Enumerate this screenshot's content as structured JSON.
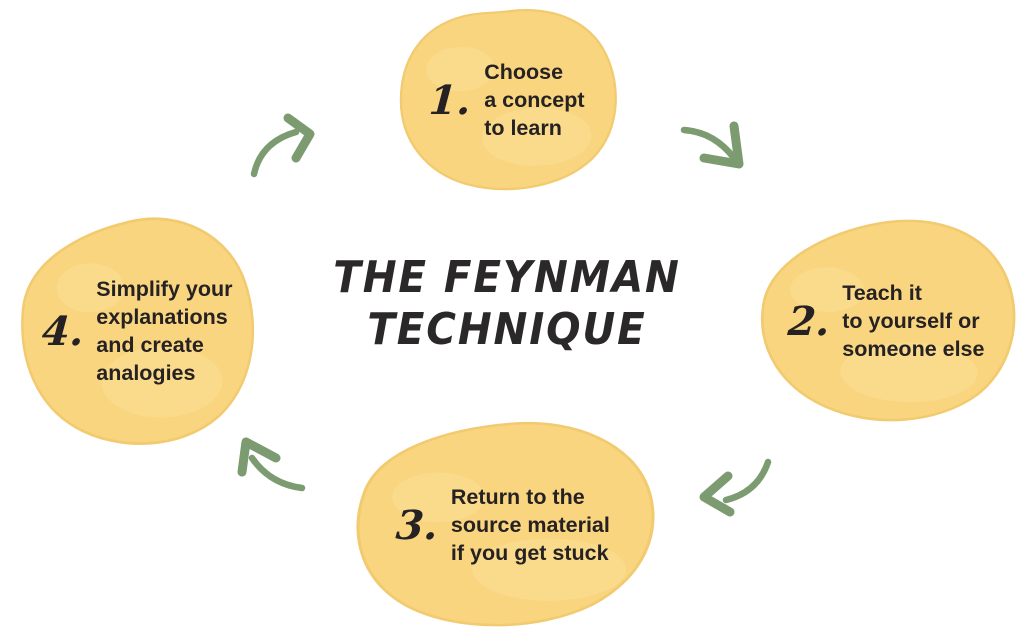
{
  "title": {
    "text": "THE FEYNMAN\nTECHNIQUE"
  },
  "steps": [
    {
      "number": "1.",
      "label": "Choose\na concept\nto learn"
    },
    {
      "number": "2.",
      "label": "Teach it\nto yourself or\nsomeone else"
    },
    {
      "number": "3.",
      "label": "Return to the\nsource material\nif you get stuck"
    },
    {
      "number": "4.",
      "label": "Simplify your\nexplanations\nand create\nanalogies"
    }
  ],
  "arrows": [
    {
      "name": "arrow-step4-to-step1",
      "direction": "up-right"
    },
    {
      "name": "arrow-step1-to-step2",
      "direction": "down-right"
    },
    {
      "name": "arrow-step2-to-step3",
      "direction": "left"
    },
    {
      "name": "arrow-step3-to-step4",
      "direction": "up-left"
    }
  ],
  "colors": {
    "paper": "#ffffff",
    "blob": "#F8D57E",
    "blob_light": "#FBE29C",
    "blob_edge": "#F2CA6F",
    "arrow": "#7C9B70",
    "ink": "#262123"
  }
}
